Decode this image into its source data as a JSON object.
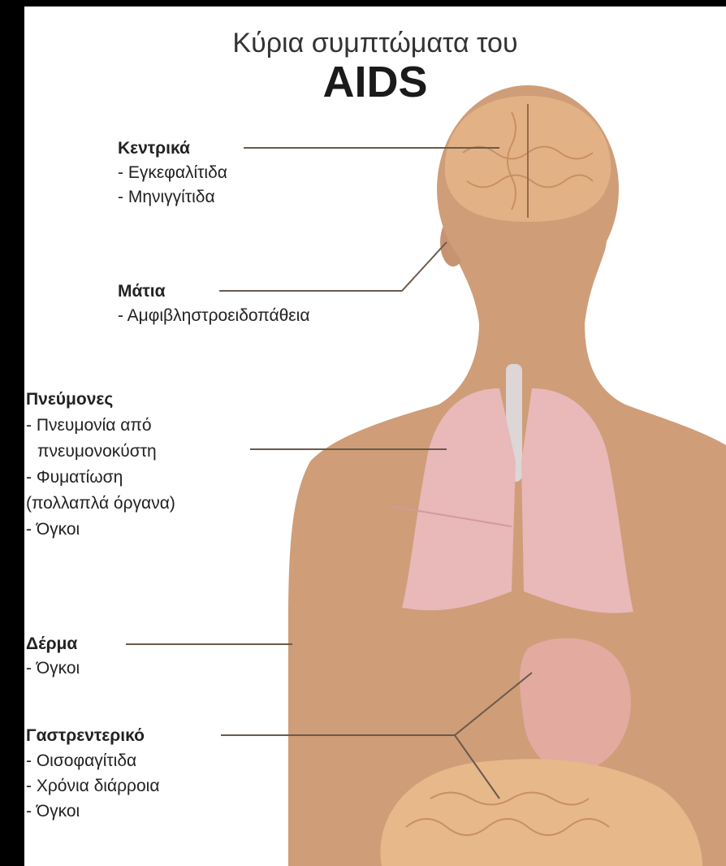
{
  "title": {
    "line1": "Κύρια συμπτώματα του",
    "line2": "AIDS"
  },
  "labels": {
    "central": {
      "heading": "Κεντρικά",
      "items": [
        "- Εγκεφαλίτιδα",
        "- Μηνιγγίτιδα"
      ]
    },
    "eyes": {
      "heading": "Μάτια",
      "items": [
        "- Αμφιβληστροειδοπάθεια"
      ]
    },
    "lungs": {
      "heading": "Πνεύμονες",
      "items": [
        "- Πνευμονία από",
        "  πνευμονοκύστη",
        "- Φυματίωση",
        "(πολλαπλά όργανα)",
        "- Όγκοι"
      ]
    },
    "skin": {
      "heading": "Δέρμα",
      "items": [
        "- Όγκοι"
      ]
    },
    "gi": {
      "heading": "Γαστρεντερικό",
      "items": [
        "- Οισοφαγίτιδα",
        "- Χρόνια διάρροια",
        "- Όγκοι"
      ]
    }
  },
  "colors": {
    "skin": "#cf9d78",
    "brain": "#e2b286",
    "lung": "#e9b8b8",
    "stomach": "#e3aaa0",
    "intestine": "#e6b88a",
    "leader": "#6b5a4c"
  }
}
